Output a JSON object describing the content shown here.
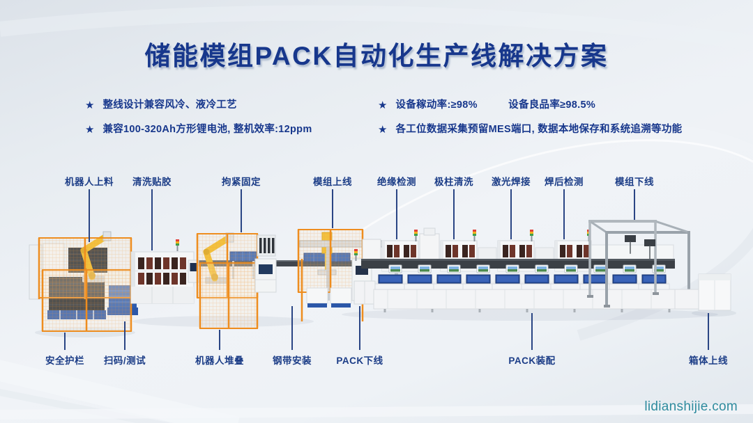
{
  "page": {
    "title": "储能模组PACK自动化生产线解决方案",
    "watermark": "lidianshijie.com"
  },
  "features": {
    "left": [
      {
        "bullet": "★",
        "text": "整线设计兼容风冷、液冷工艺"
      },
      {
        "bullet": "★",
        "text": "兼容100-320Ah方形锂电池, 整机效率:12ppm"
      }
    ],
    "right": [
      {
        "bullet": "★",
        "text": "设备稼动率:≥98%　　　设备良品率≥98.5%"
      },
      {
        "bullet": "★",
        "text": "各工位数据采集预留MES端口, 数据本地保存和系统追溯等功能"
      }
    ]
  },
  "stations": {
    "top": [
      "机器人上料",
      "清洗贴胶",
      "拘紧固定",
      "模组上线",
      "绝缘检测",
      "极柱清洗",
      "激光焊接",
      "焊后检测",
      "模组下线"
    ],
    "bottom": [
      "安全护栏",
      "扫码/测试",
      "机器人堆叠",
      "钢带安装",
      "PACK下线",
      "PACK装配",
      "箱体上线"
    ]
  },
  "colors": {
    "title_navy": "#17378c",
    "label_navy": "#1c3d87",
    "leader_line": "#2a4584",
    "fence_orange": "#ee8d1f",
    "robot_yellow": "#f0b616",
    "pallet_blue": "#2c57a8",
    "cart_blue": "#2b53a3",
    "watermark_teal": "#2e8b9e"
  }
}
